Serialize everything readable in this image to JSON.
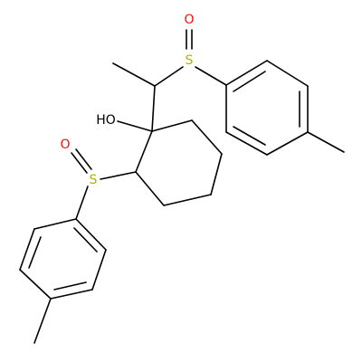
{
  "molecule": {
    "atom_labels": {
      "o_sulfoxide_top": "O",
      "s_top": "S",
      "hydroxyl": "HO",
      "o_sulfoxide_left": "O",
      "s_left": "S"
    },
    "colors": {
      "bond": "#000000",
      "oxygen": "#ff0d0d",
      "sulfur": "#b2b200",
      "carbon_text": "#000000"
    }
  }
}
